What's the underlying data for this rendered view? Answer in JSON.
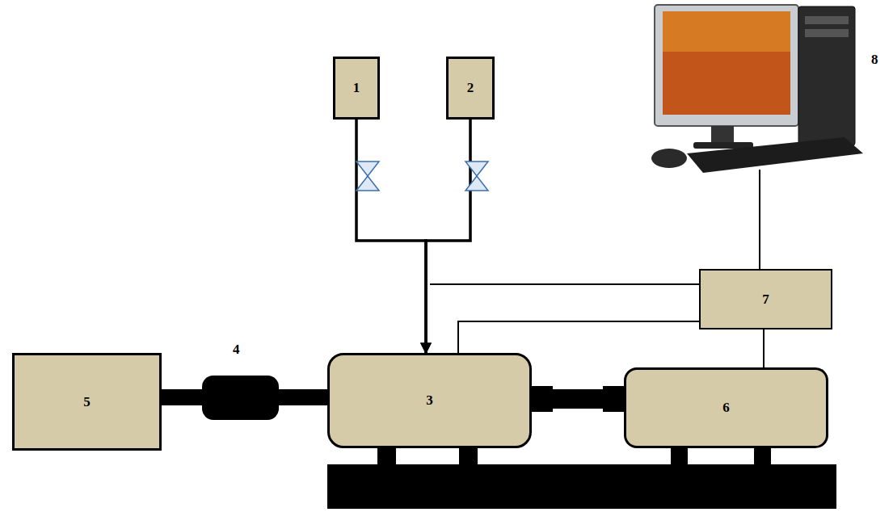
{
  "diagram": {
    "nodes": [
      {
        "text": [
          "1"
        ]
      },
      {
        "text": [
          "2"
        ]
      },
      {
        "text": [
          "8"
        ]
      },
      {
        "text": [
          "7"
        ]
      },
      {
        "text": [
          "5"
        ]
      },
      {
        "text": [
          "4"
        ]
      },
      {
        "text": [
          "3"
        ]
      },
      {
        "text": [
          "6"
        ]
      }
    ],
    "edges": [
      {
        "from": 0,
        "to": 6,
        "arrow": "to"
      },
      {
        "from": 1,
        "to": 6,
        "arrow": "to"
      },
      {
        "from": 3,
        "to": 6,
        "arrow": "none"
      },
      {
        "from": 3,
        "to": 7,
        "arrow": "none"
      },
      {
        "from": 3,
        "to": 2,
        "arrow": "none"
      },
      {
        "from": 4,
        "to": 5,
        "arrow": "none"
      },
      {
        "from": 5,
        "to": 6,
        "arrow": "none"
      },
      {
        "from": 6,
        "to": 7,
        "arrow": "none"
      }
    ]
  }
}
